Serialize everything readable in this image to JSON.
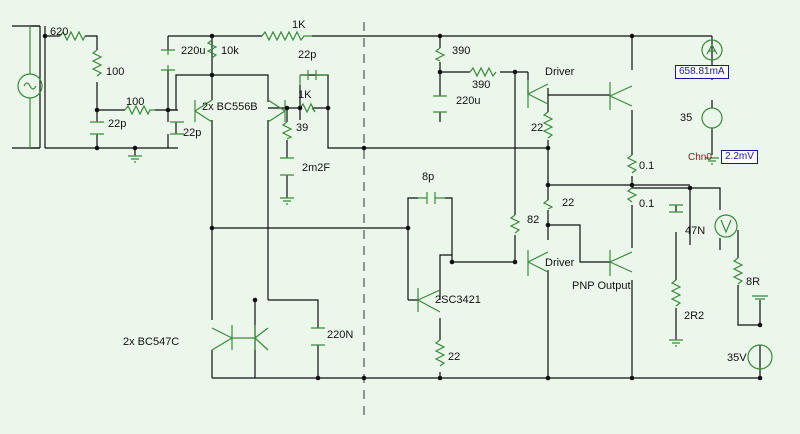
{
  "schematic": {
    "labels": {
      "r620": "620",
      "r100a": "100",
      "r100b": "100",
      "c22p_in": "22p",
      "c220u_in": "220u",
      "r10k": "10k",
      "c22p_b": "22p",
      "q_pair": "2x BC556B",
      "r1k_top": "1K",
      "c22p_fb": "22p",
      "r1k_fb": "1K",
      "r39": "39",
      "c2m2": "2m2F",
      "r390a": "390",
      "r390b": "390",
      "c220u_b": "220u",
      "driver_top": "Driver",
      "r22a": "22",
      "c8p": "8p",
      "r82": "82",
      "r22b": "22",
      "driver_bot": "Driver",
      "pnp_out": "PNP Output",
      "vas": "2SC3421",
      "r22c": "22",
      "c220n": "220N",
      "cm_pair": "2x BC547C",
      "r01a": "0.1",
      "r01b": "0.1",
      "c47n": "47N",
      "r2r2": "2R2",
      "r8r": "8R",
      "v35_top": "35",
      "v35_bot": "35V"
    },
    "meters": {
      "current": "658.81mA",
      "voltage": "2.2mV",
      "channel": "Chn0"
    },
    "colors": {
      "background": "#ecf7ec",
      "wire": "#111111",
      "component": "#3a8a3a",
      "meter_border": "#1a1aa0",
      "channel": "#8b1a1a"
    }
  }
}
